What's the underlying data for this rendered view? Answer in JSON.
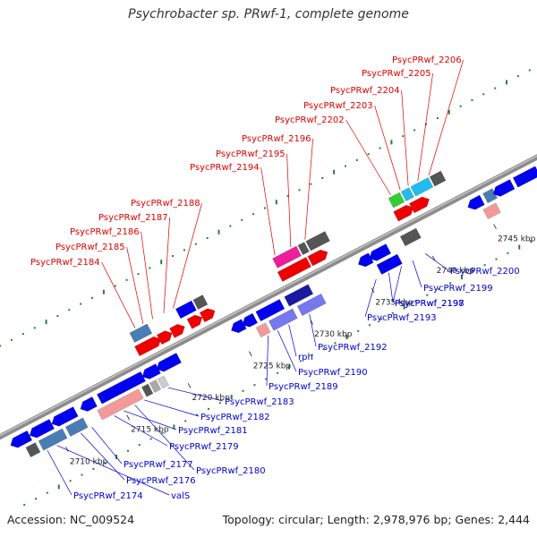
{
  "title": "Psychrobacter sp. PRwf-1, complete genome",
  "footer": {
    "accession": "Accession: NC_009524",
    "stats": "Topology: circular; Length: 2,978,976 bp; Genes: 2,444"
  },
  "colors": {
    "backbone": "#8c8c8c",
    "dots": "#2e7d32",
    "upper_label": "#dd0000",
    "lower_label": "#0000cc",
    "tick_label": "#222222"
  },
  "kbp_ticks": [
    {
      "label": "2710 kbp",
      "kbp": 2710
    },
    {
      "label": "2715 kbp",
      "kbp": 2715
    },
    {
      "label": "2720 kbp",
      "kbp": 2720
    },
    {
      "label": "2725 kbp",
      "kbp": 2725
    },
    {
      "label": "2730 kbp",
      "kbp": 2730
    },
    {
      "label": "2735 kbp",
      "kbp": 2735
    },
    {
      "label": "2740 kbp",
      "kbp": 2740
    },
    {
      "label": "2745 kbp",
      "kbp": 2745
    }
  ],
  "upper_labels": [
    "PsycPRwf_2184",
    "PsycPRwf_2185",
    "PsycPRwf_2186",
    "PsycPRwf_2187",
    "PsycPRwf_2188",
    "PsycPRwf_2194",
    "PsycPRwf_2195",
    "PsycPRwf_2196",
    "PsycPRwf_2202",
    "PsycPRwf_2203",
    "PsycPRwf_2204",
    "PsycPRwf_2205",
    "PsycPRwf_2206"
  ],
  "lower_labels": [
    "PsycPRwf_2174",
    "valS",
    "PsycPRwf_2176",
    "PsycPRwf_2177",
    "PsycPRwf_2180",
    "PsycPRwf_2179",
    "PsycPRwf_2181",
    "PsycPRwf_2182",
    "PsycPRwf_2183",
    "PsycPRwf_2189",
    "PsycPRwf_2190",
    "rph",
    "PsycPRwf_2192",
    "PsycPRwf_2193",
    "PsycPRwf_2197",
    "PsycPRwf_2198",
    "PsycPRwf_2199",
    "PsycPRwf_2200"
  ]
}
